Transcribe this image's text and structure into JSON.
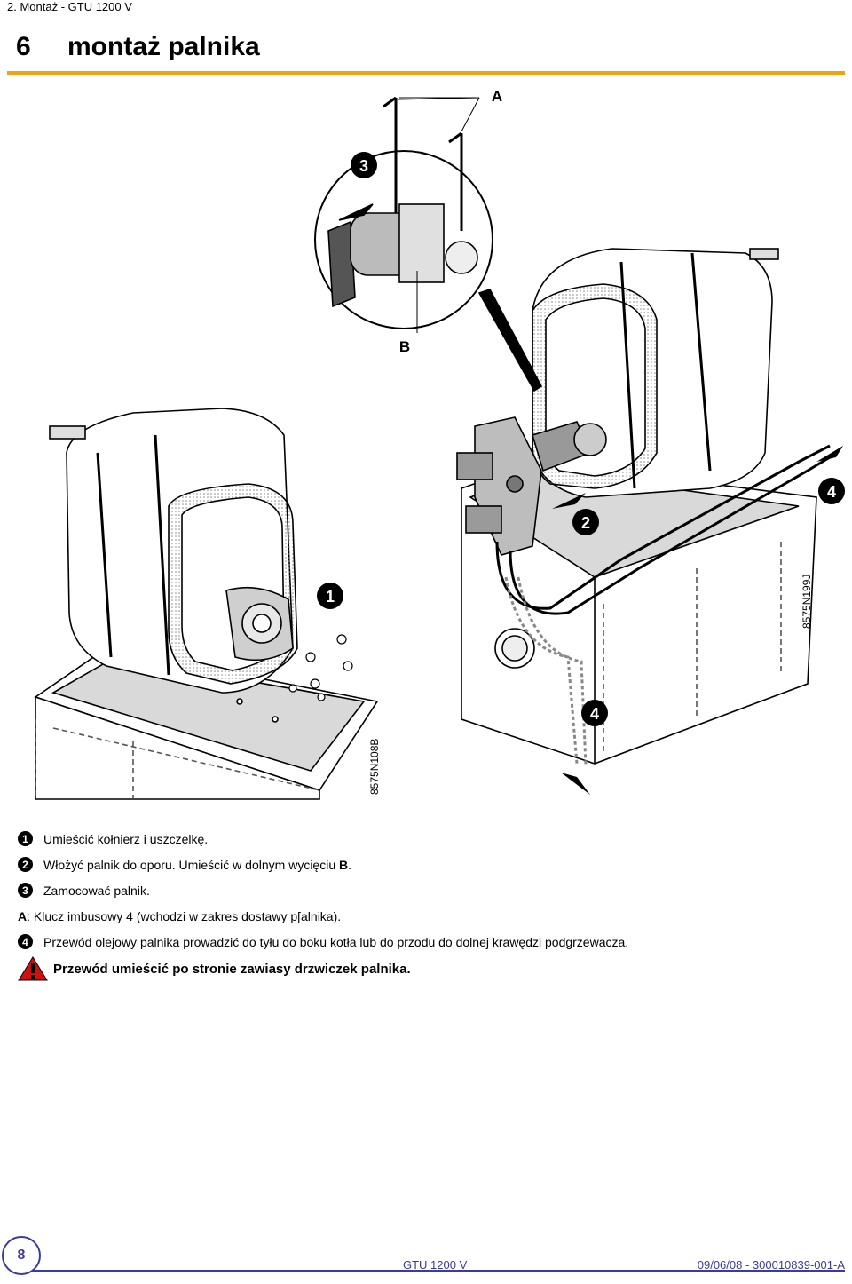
{
  "header": {
    "breadcrumb": "2.  Montaż - GTU 1200 V",
    "chapter_number": "6",
    "chapter_title": "montaż palnika"
  },
  "figure": {
    "callout_A": "A",
    "callout_B": "B",
    "callout_1": "1",
    "callout_2": "2",
    "callout_3": "3",
    "callout_4_top": "4",
    "callout_4_bottom": "4",
    "code_left": "8575N108B",
    "code_right": "8575N199J"
  },
  "instructions": {
    "step1_num": "1",
    "step1_text": "Umieścić kołnierz i uszczelkę.",
    "step2_num": "2",
    "step2_text_a": "Włożyć palnik do oporu. Umieścić w dolnym wycięciu ",
    "step2_text_b": "B",
    "step2_text_c": ".",
    "step3_num": "3",
    "step3_text": "Zamocować palnik.",
    "note_A_label": "A",
    "note_A_text": ": Klucz imbusowy 4 (wchodzi w zakres dostawy p[alnika).",
    "step4_num": "4",
    "step4_text": "Przewód olejowy palnika prowadzić do tyłu do boku kotła lub do przodu do dolnej krawędzi podgrzewacza.",
    "warning_text": "Przewód umieścić po stronie zawiasy drzwiczek palnika."
  },
  "footer": {
    "page_number": "8",
    "model": "GTU 1200 V",
    "reference": "09/06/08 - 300010839-001-A"
  },
  "colors": {
    "accent": "#f2a20c",
    "footer_blue": "#3a3aa0",
    "warning_red": "#d01010"
  }
}
